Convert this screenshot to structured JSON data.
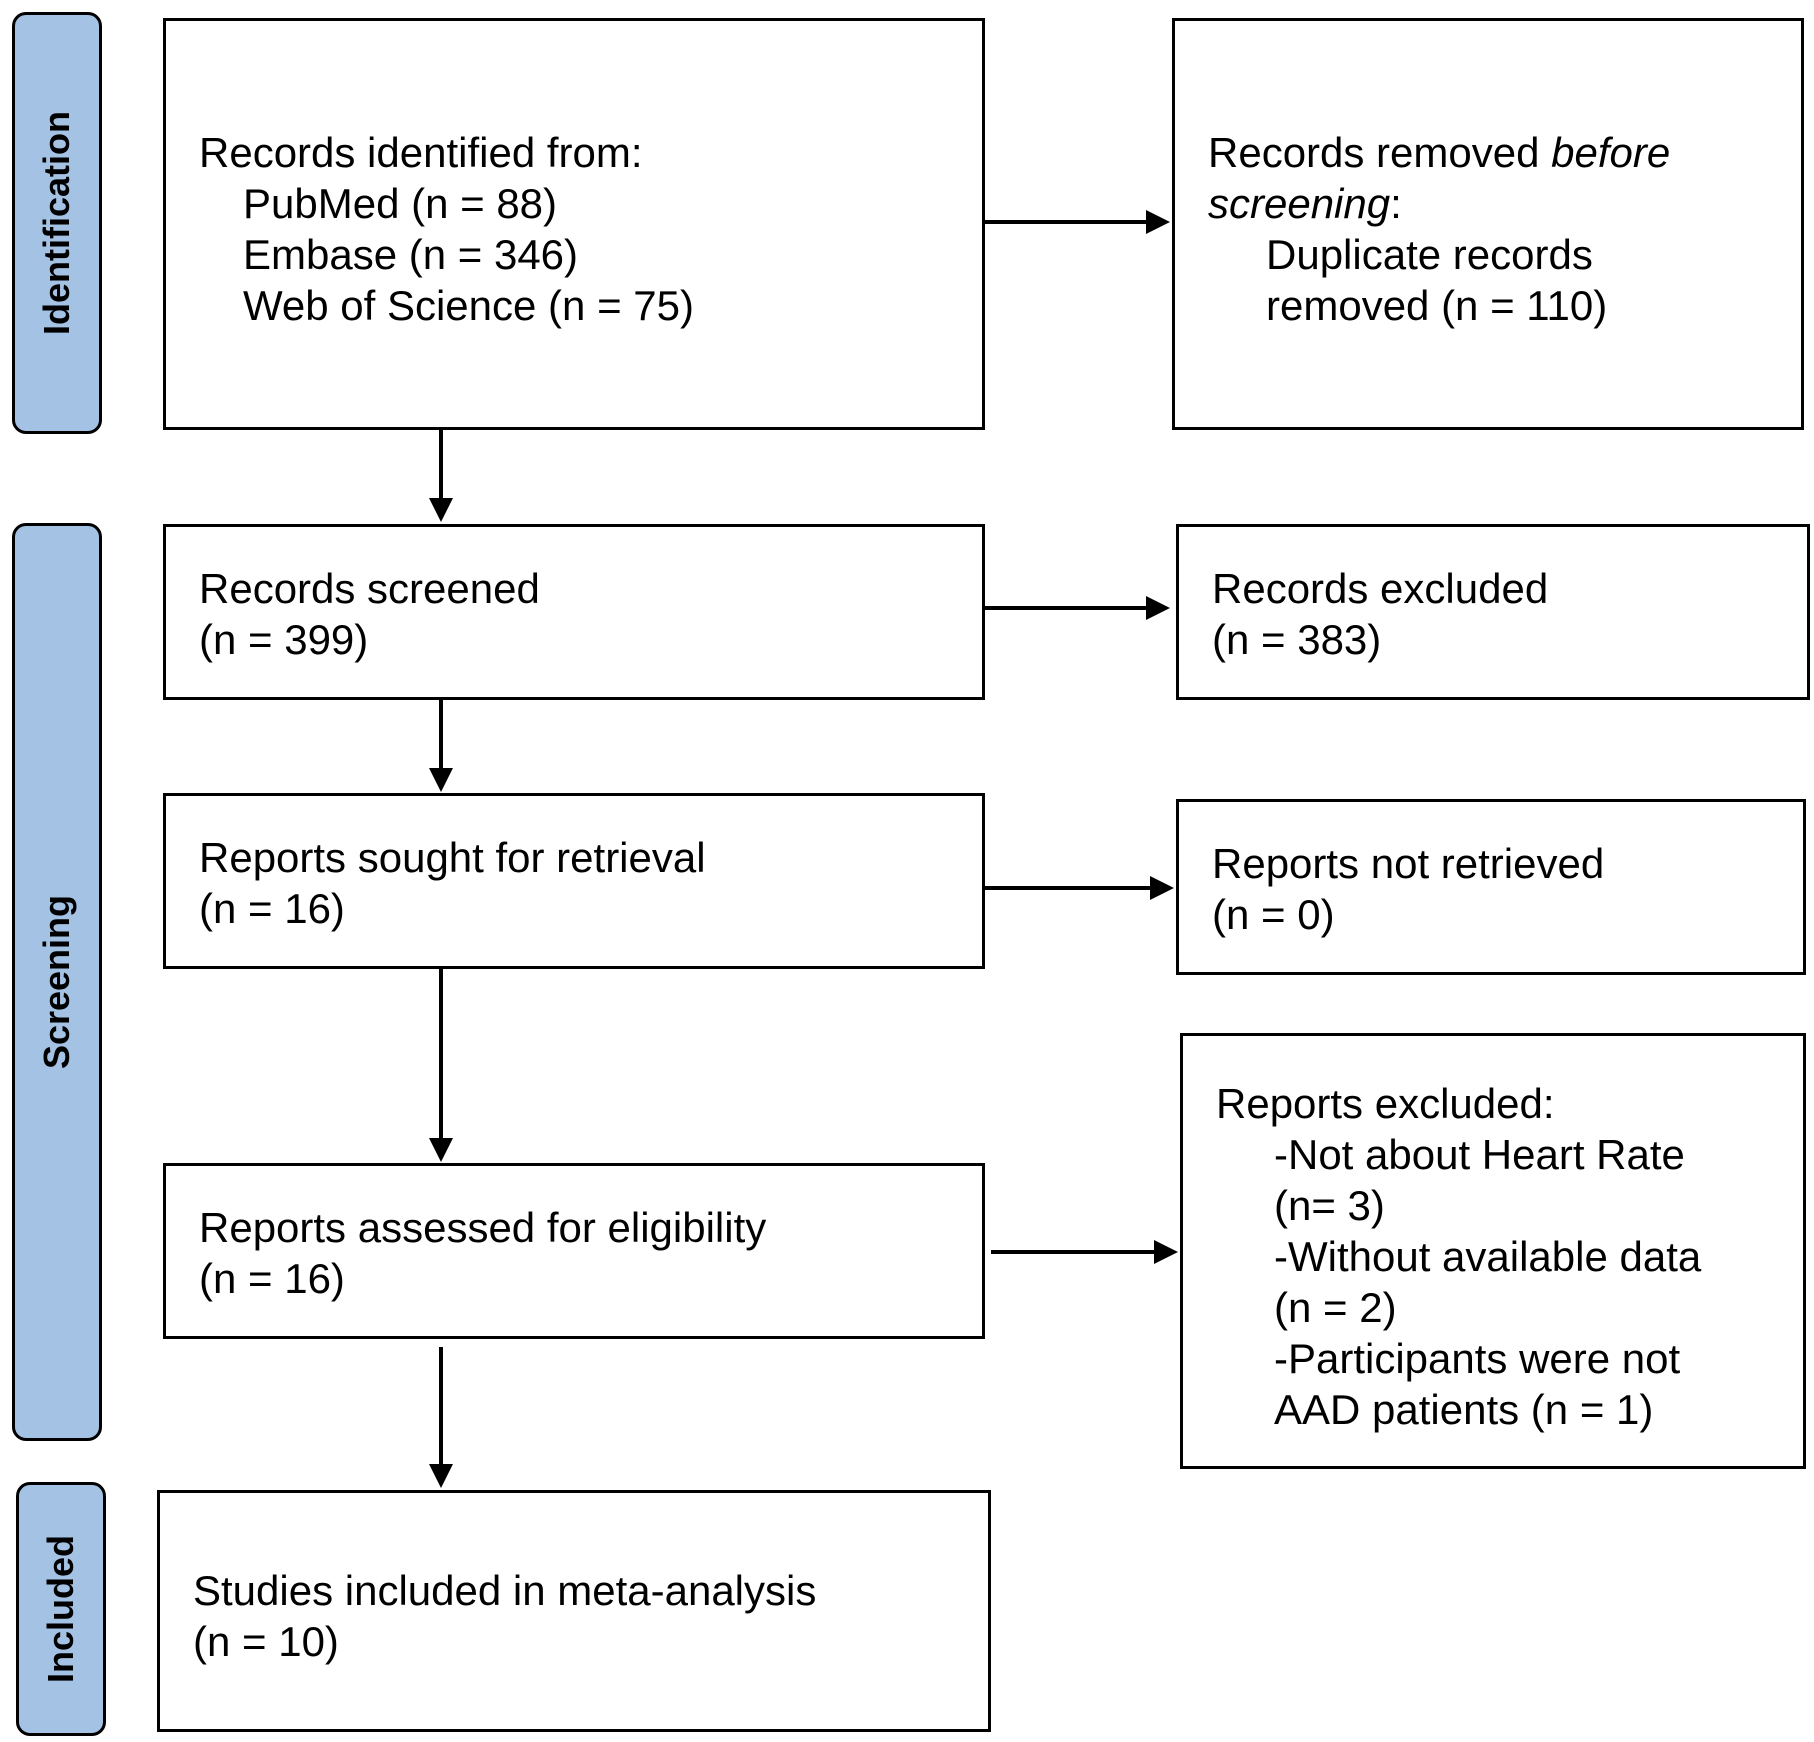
{
  "phases": {
    "identification": "Identification",
    "screening": "Screening",
    "included": "Included"
  },
  "identified": {
    "title": "Records identified from:",
    "pubmed": "PubMed (n = 88)",
    "embase": "Embase (n = 346)",
    "wos": "Web of Science (n = 75)"
  },
  "removed": {
    "title_a": "Records removed ",
    "title_italic_a": "before",
    "title_italic_b": "screening",
    "title_colon": ":",
    "line1": "Duplicate records",
    "line2": "removed (n = 110)"
  },
  "screened": {
    "title": "Records screened",
    "count": "(n = 399)"
  },
  "excluded": {
    "title": "Records excluded",
    "count": "(n = 383)"
  },
  "sought": {
    "title": "Reports sought for retrieval",
    "count": "(n = 16)"
  },
  "not_retrieved": {
    "title": "Reports not retrieved",
    "count": "(n = 0)"
  },
  "assessed": {
    "title": "Reports assessed for eligibility",
    "count": "(n = 16)"
  },
  "reports_excluded": {
    "title": "Reports excluded:",
    "lines": [
      "-Not about Heart Rate",
      "(n= 3)",
      "-Without available data",
      "(n = 2)",
      "-Participants were not",
      "AAD patients (n = 1)"
    ]
  },
  "included_box": {
    "title": "Studies included in meta-analysis",
    "count": "(n = 10)"
  },
  "colors": {
    "phase_fill": "#a4c2e4",
    "stroke": "#000000"
  }
}
